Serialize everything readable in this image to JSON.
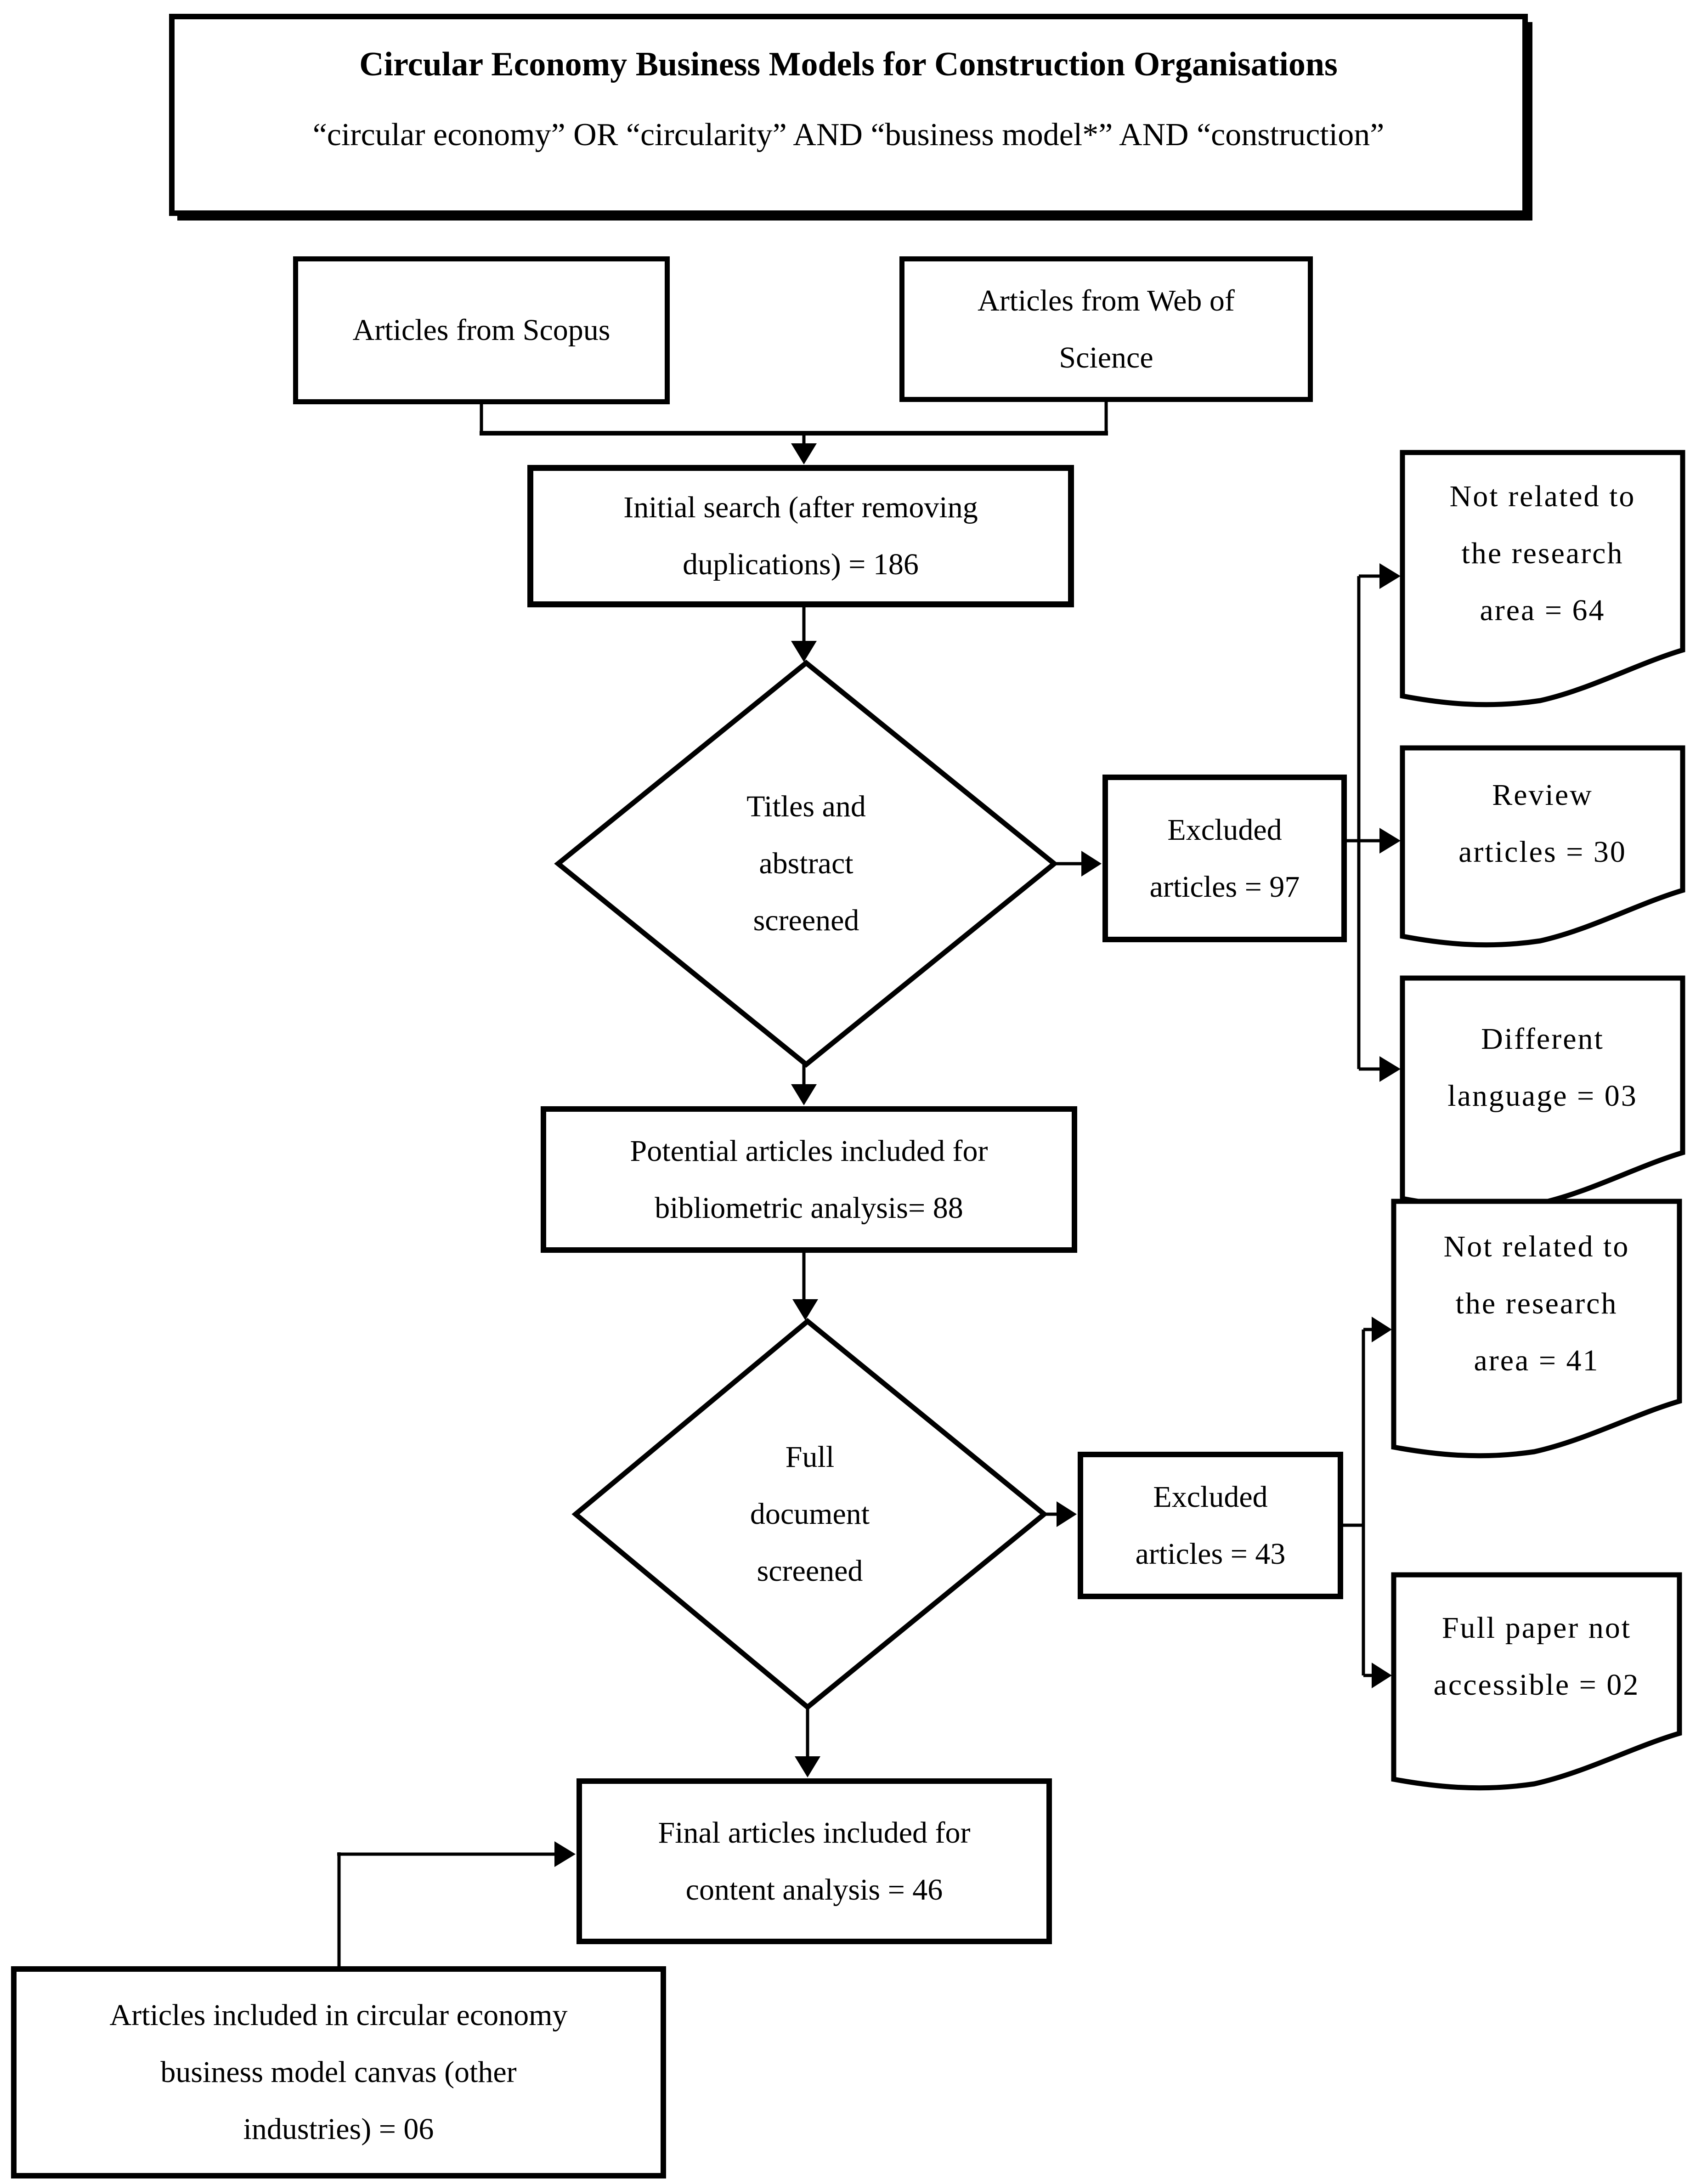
{
  "figure": {
    "title_box": {
      "title": "Circular Economy Business Models for Construction Organisations",
      "query": "“circular economy” OR “circularity” AND “business model*” AND “construction”"
    },
    "nodes": {
      "scopus": "Articles from Scopus",
      "web_of_science": "Articles from Web of\nScience",
      "initial_search": "Initial search (after removing\nduplications) = 186",
      "titles_abstract_screened": "Titles and\nabstract\nscreened",
      "excluded_articles_97": "Excluded\narticles = 97",
      "not_related_64": "Not related to\nthe research\narea = 64",
      "review_articles_30": "Review\narticles = 30",
      "different_language_03": "Different\nlanguage = 03",
      "potential_articles_88": "Potential articles included for\nbibliometric analysis= 88",
      "full_document_screened": "Full\ndocument\nscreened",
      "excluded_articles_43": "Excluded\narticles = 43",
      "not_related_41": "Not related to\nthe research\narea = 41",
      "full_paper_not_accessible_02": "Full paper not\naccessible = 02",
      "final_articles_46": "Final articles included for\ncontent analysis = 46",
      "canvas_other_industries_06": "Articles included in circular economy\nbusiness model canvas (other\nindustries) = 06"
    }
  }
}
